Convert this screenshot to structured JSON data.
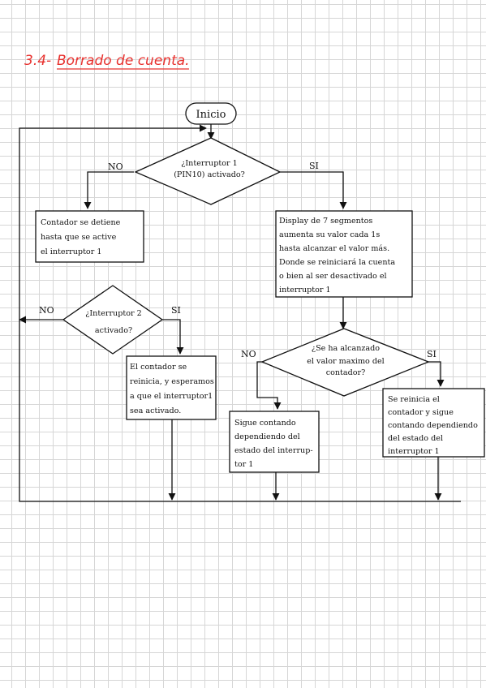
{
  "section": {
    "number": "3.4-",
    "title": "Borrado de cuenta."
  },
  "colors": {
    "title": "#e8312e",
    "ink": "#111111",
    "grid": "#d6d6d6"
  },
  "flowchart": {
    "start": "Inicio",
    "decision1": {
      "lines": [
        "¿Interruptor 1",
        "(PIN10) activado?"
      ],
      "no_label": "NO",
      "yes_label": "SI"
    },
    "box_stop": {
      "lines": [
        "Contador se detiene",
        "hasta que se active",
        "el interruptor 1"
      ]
    },
    "box_display": {
      "lines": [
        "Display de 7 segmentos",
        "aumenta su valor cada 1s",
        "hasta alcanzar el valor más.",
        "Donde se reiniciará la cuenta",
        "o bien al ser desactivado el",
        "interruptor 1"
      ]
    },
    "decision2": {
      "lines": [
        "¿Interruptor 2",
        "activado?"
      ],
      "no_label": "NO",
      "yes_label": "SI"
    },
    "box_reset_wait": {
      "lines": [
        "El contador se",
        "reinicia, y esperamos",
        "a que el interruptor1",
        "sea activado."
      ]
    },
    "decision3": {
      "lines": [
        "¿Se ha alcanzado",
        "el valor maximo del",
        "contador?"
      ],
      "no_label": "NO",
      "yes_label": "SI"
    },
    "box_keep_counting": {
      "lines": [
        "Sigue contando",
        "dependiendo del",
        "estado del interrup-",
        "tor 1"
      ]
    },
    "box_reset_continue": {
      "lines": [
        "Se reinicia el",
        "contador y sigue",
        "contando dependiendo",
        "del estado del",
        "interruptor 1"
      ]
    }
  }
}
